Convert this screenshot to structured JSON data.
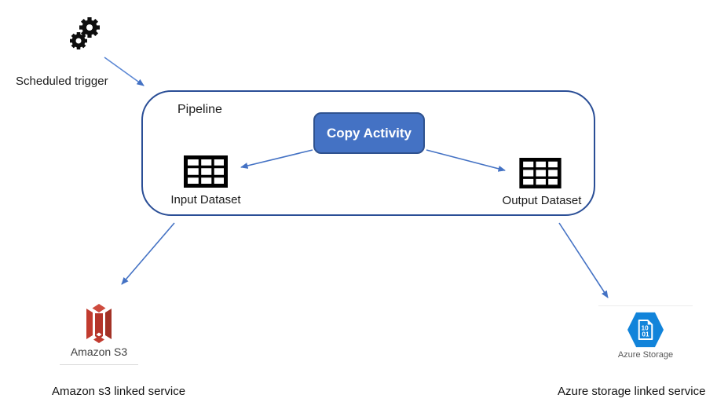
{
  "diagram": {
    "trigger": {
      "label": "Scheduled trigger"
    },
    "pipeline": {
      "label": "Pipeline",
      "activity": {
        "label": "Copy Activity"
      },
      "input_dataset": {
        "label": "Input Dataset"
      },
      "output_dataset": {
        "label": "Output Dataset"
      }
    },
    "source": {
      "icon_label": "Amazon S3",
      "caption": "Amazon s3 linked service"
    },
    "sink": {
      "icon_label": "Azure Storage",
      "icon_glyph_top": "10",
      "icon_glyph_bottom": "01",
      "caption": "Azure storage linked service"
    },
    "colors": {
      "arrow": "#4472C4",
      "pipeline_border": "#2A4E96",
      "activity_fill": "#4472C4",
      "activity_border": "#2F528F",
      "activity_text": "#FFFFFF",
      "table_icon": "#000000",
      "s3_red": "#C13B2F",
      "azure_blue": "#1284DA",
      "gray_label": "#595959"
    }
  }
}
